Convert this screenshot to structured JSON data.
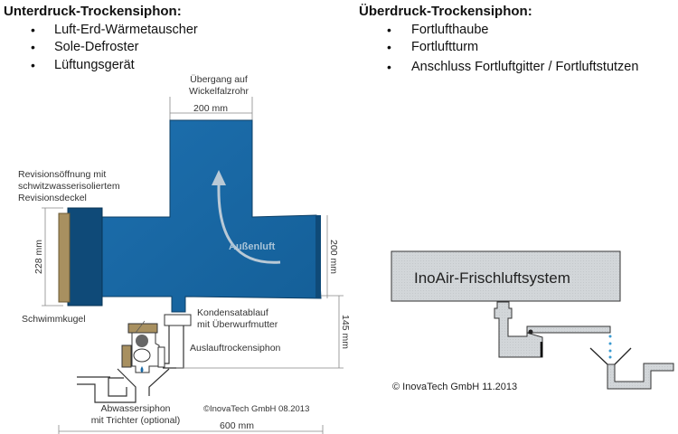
{
  "left": {
    "heading": "Unterdruck-Trockensiphon:",
    "items": [
      "Luft-Erd-Wärmetauscher",
      "Sole-Defroster",
      "Lüftungsgerät"
    ]
  },
  "right": {
    "heading": "Überdruck-Trockensiphon:",
    "items": [
      "Fortlufthaube",
      "Fortluftturm",
      "Anschluss Fortluftgitter / Fortluftstutzen"
    ]
  },
  "diagram_left": {
    "transition_line1": "Übergang auf",
    "transition_line2": "Wickelfalzrohr",
    "dim_top": "200 mm",
    "revision_line1": "Revisionsöffnung mit",
    "revision_line2": "schwitzwasserisoliertem",
    "revision_line3": "Revisionsdeckel",
    "dim_left": "228 mm",
    "dim_right": "200 mm",
    "airflow": "Außenluft",
    "float": "Schwimmkugel",
    "drain_line1": "Kondensatablauf",
    "drain_line2": "mit Überwurfmutter",
    "outlet": "Auslauftrockensiphon",
    "dim_height": "145 mm",
    "waste_line1": "Abwassersiphon",
    "waste_line2": "mit Trichter (optional)",
    "copyright": "©InovaTech GmbH 08.2013",
    "dim_bottom": "600 mm"
  },
  "diagram_right": {
    "system": "InoAir-Frischluftsystem",
    "copyright": "© InovaTech GmbH 11.2013"
  },
  "colors": {
    "pipe_blue": "#1a6aa6",
    "flange_blue": "#0f4a78",
    "tan": "#a89060",
    "box_gray": "#cfd3d6",
    "drop": "#3a9ad0"
  }
}
